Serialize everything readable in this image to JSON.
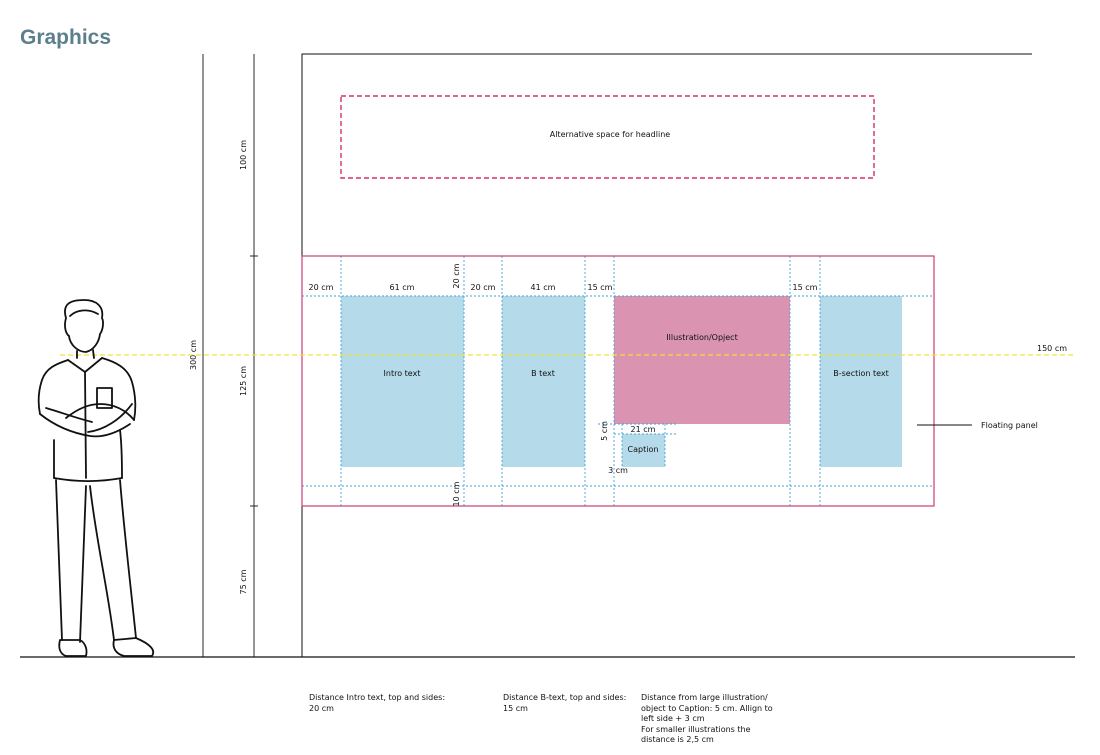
{
  "title": "Graphics",
  "headline_box": "Alternative space for headline",
  "blocks": {
    "intro": "Intro text",
    "b_text": "B text",
    "illustration": "Illustration/Opject",
    "caption": "Caption",
    "b_section": "B-section text"
  },
  "floating_panel": "Floating panel",
  "heights": {
    "total": "300 cm",
    "top": "100 cm",
    "middle": "125 cm",
    "bottom": "75 cm",
    "eye_level": "150 cm"
  },
  "panel_dims": {
    "margin_left": "20 cm",
    "intro_width": "61 cm",
    "top_margin": "20 cm",
    "gap_intro_b": "20 cm",
    "b_width": "41 cm",
    "gap_b_ill": "15 cm",
    "gap_ill_bsec": "15 cm",
    "bottom_margin": "10 cm",
    "caption_gap": "5 cm",
    "caption_width": "21 cm",
    "caption_offset": "3 cm"
  },
  "notes": {
    "intro": [
      "Distance Intro text, top and sides:",
      "20 cm"
    ],
    "btext": [
      "Distance B-text, top and sides:",
      "15 cm"
    ],
    "illustration": [
      "Distance from large illustration/",
      "object to Caption: 5 cm. Allign to",
      "left side + 3 cm",
      "For smaller illustrations the",
      "distance is 2,5 cm"
    ]
  },
  "colors": {
    "title": "#5b7f8c",
    "panel_border": "#cc3c78",
    "headline_border": "#d6306a",
    "blue_block": "#b5dbea",
    "pink_block": "#db93b2",
    "guide": "#3fa6d6",
    "eye_line": "#f2e030"
  }
}
